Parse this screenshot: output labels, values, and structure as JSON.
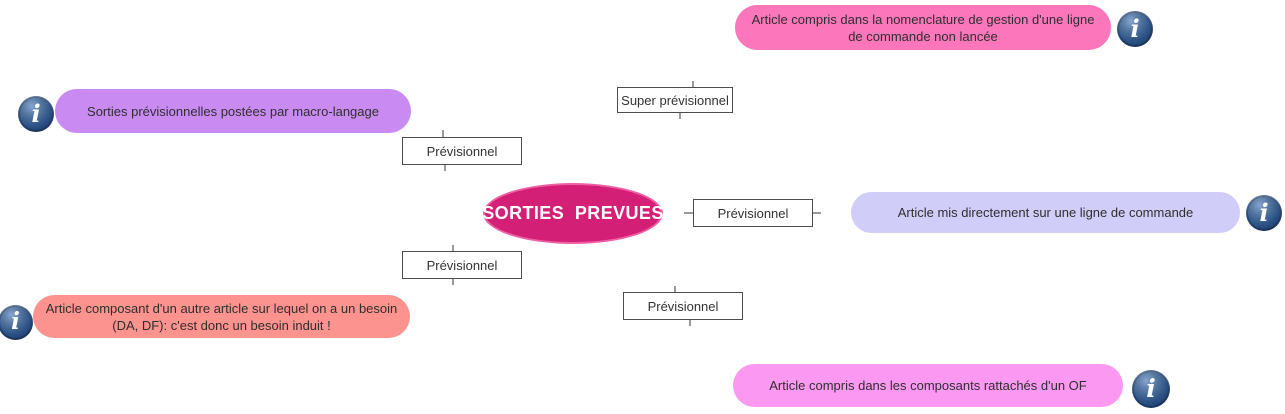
{
  "diagram": {
    "title": "SORTIES PREVUES mind map",
    "center_node": {
      "label": "SORTIES  PREVUES",
      "fill_color": "#D31F75",
      "border_color": "#EE5FA4",
      "text_color": "#FFFFFF"
    },
    "type_labels": {
      "super_previsionnel": "Super prévisionnel",
      "previsionnel_top_left": "Prévisionnel",
      "previsionnel_right": "Prévisionnel",
      "previsionnel_bottom_left": "Prévisionnel",
      "previsionnel_bottom_mid": "Prévisionnel"
    },
    "bubbles": {
      "top_right": {
        "text": "Article compris dans la nomenclature de gestion d'une ligne de commande non lancée",
        "color": "#FB76BB"
      },
      "left": {
        "text": "Sorties prévisionnelles postées par macro-langage",
        "color": "#C98BF2"
      },
      "right": {
        "text": "Article mis directement sur une ligne de commande",
        "color": "#D1CDF9"
      },
      "bottom_left": {
        "text": "Article composant d'un autre article sur lequel on a un besoin (DA, DF): c'est donc un besoin induit !",
        "color": "#FD938F"
      },
      "bottom_right": {
        "text": "Article compris dans les composants rattachés d'un OF",
        "color": "#FB99F2"
      }
    },
    "info_icon_glyph": "i"
  }
}
